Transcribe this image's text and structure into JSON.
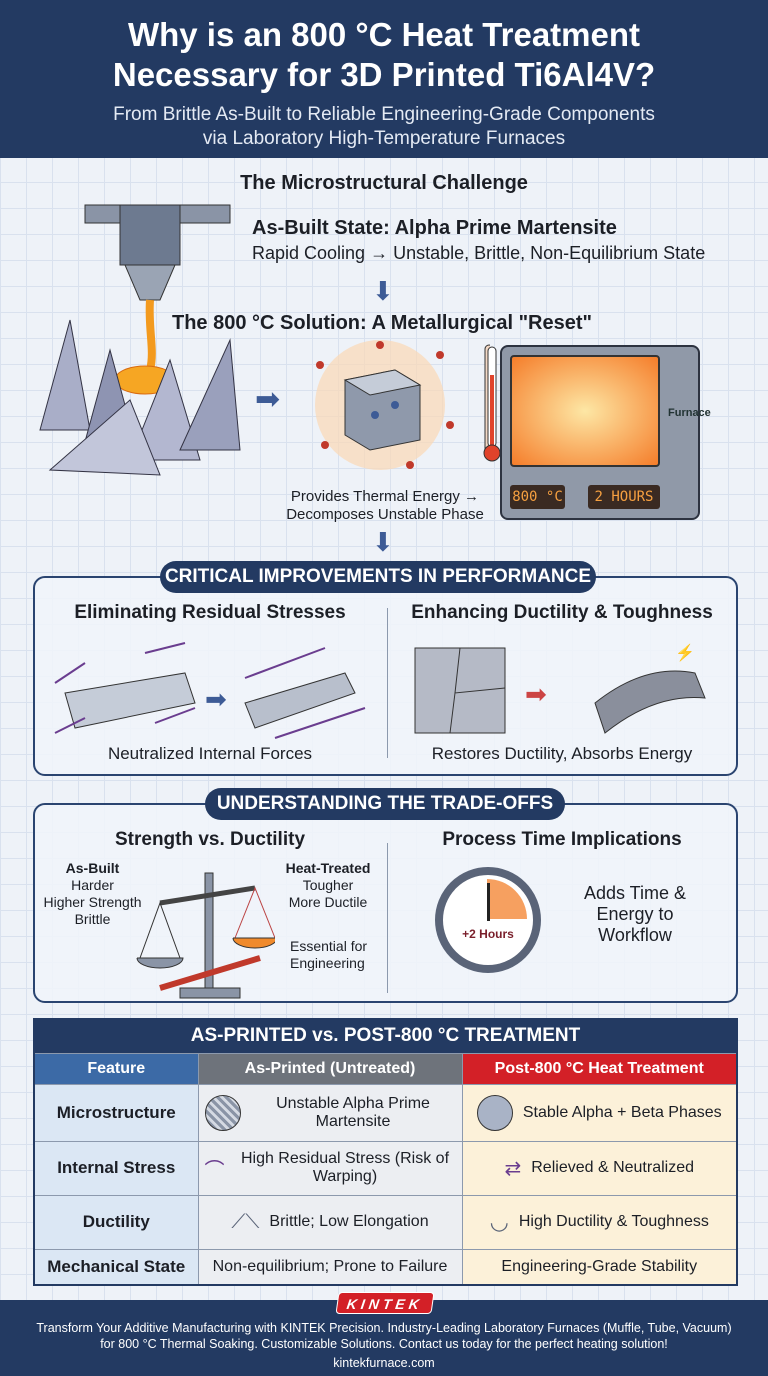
{
  "header": {
    "title_line1": "Why is an 800 °C Heat Treatment",
    "title_line2": "Necessary for 3D Printed Ti6Al4V?",
    "subtitle_line1": "From Brittle As-Built to Reliable Engineering-Grade Components",
    "subtitle_line2": "via Laboratory High-Temperature Furnaces"
  },
  "challenge": {
    "title": "The Microstructural Challenge",
    "as_built_title": "As-Built State: Alpha Prime Martensite",
    "as_built_sub": "Rapid Cooling → Unstable, Brittle, Non-Equilibrium State",
    "solution_title": "The 800 °C Solution: A Metallurgical \"Reset\"",
    "caption_line1": "Provides Thermal Energy →",
    "caption_line2": "Decomposes Unstable Phase",
    "furnace_temp": "800 °C",
    "furnace_time": "2 HOURS",
    "furnace_label": "Furnace"
  },
  "improvements": {
    "title": "CRITICAL IMPROVEMENTS IN PERFORMANCE",
    "left_title": "Eliminating Residual Stresses",
    "left_caption": "Neutralized Internal Forces",
    "right_title": "Enhancing Ductility & Toughness",
    "right_caption": "Restores Ductility, Absorbs Energy"
  },
  "tradeoffs": {
    "title": "UNDERSTANDING THE TRADE-OFFS",
    "left_title": "Strength vs. Ductility",
    "as_built_label": "As-Built",
    "as_built_props": [
      "Harder",
      "Higher Strength",
      "Brittle"
    ],
    "heat_label": "Heat-Treated",
    "heat_props": [
      "Tougher",
      "More Ductile"
    ],
    "essential": [
      "Essential for",
      "Engineering"
    ],
    "right_title": "Process Time Implications",
    "clock_label": "+2 Hours",
    "time_note": [
      "Adds Time &",
      "Energy to",
      "Workflow"
    ]
  },
  "table": {
    "title": "AS-PRINTED vs. POST-800 °C TREATMENT",
    "headers": [
      "Feature",
      "As-Printed (Untreated)",
      "Post-800 °C Heat Treatment"
    ],
    "rows": [
      {
        "feature": "Microstructure",
        "as_printed": "Unstable Alpha Prime Martensite",
        "post": "Stable Alpha + Beta Phases"
      },
      {
        "feature": "Internal Stress",
        "as_printed": "High Residual Stress (Risk of Warping)",
        "post": "Relieved & Neutralized"
      },
      {
        "feature": "Ductility",
        "as_printed": "Brittle; Low Elongation",
        "post": "High Ductility & Toughness"
      },
      {
        "feature": "Mechanical State",
        "as_printed": "Non-equilibrium; Prone to Failure",
        "post": "Engineering-Grade Stability"
      }
    ]
  },
  "footer": {
    "logo": "KINTEK",
    "line1": "Transform Your Additive Manufacturing with KINTEK Precision. Industry-Leading Laboratory Furnaces (Muffle, Tube, Vacuum)",
    "line2": "for 800 °C Thermal Soaking. Customizable Solutions. Contact us today for the perfect heating solution!",
    "url": "kintekfurnace.com"
  },
  "colors": {
    "navy": "#233a62",
    "red": "#d32027",
    "orange": "#f08a2c",
    "purple": "#6a3d8f"
  }
}
